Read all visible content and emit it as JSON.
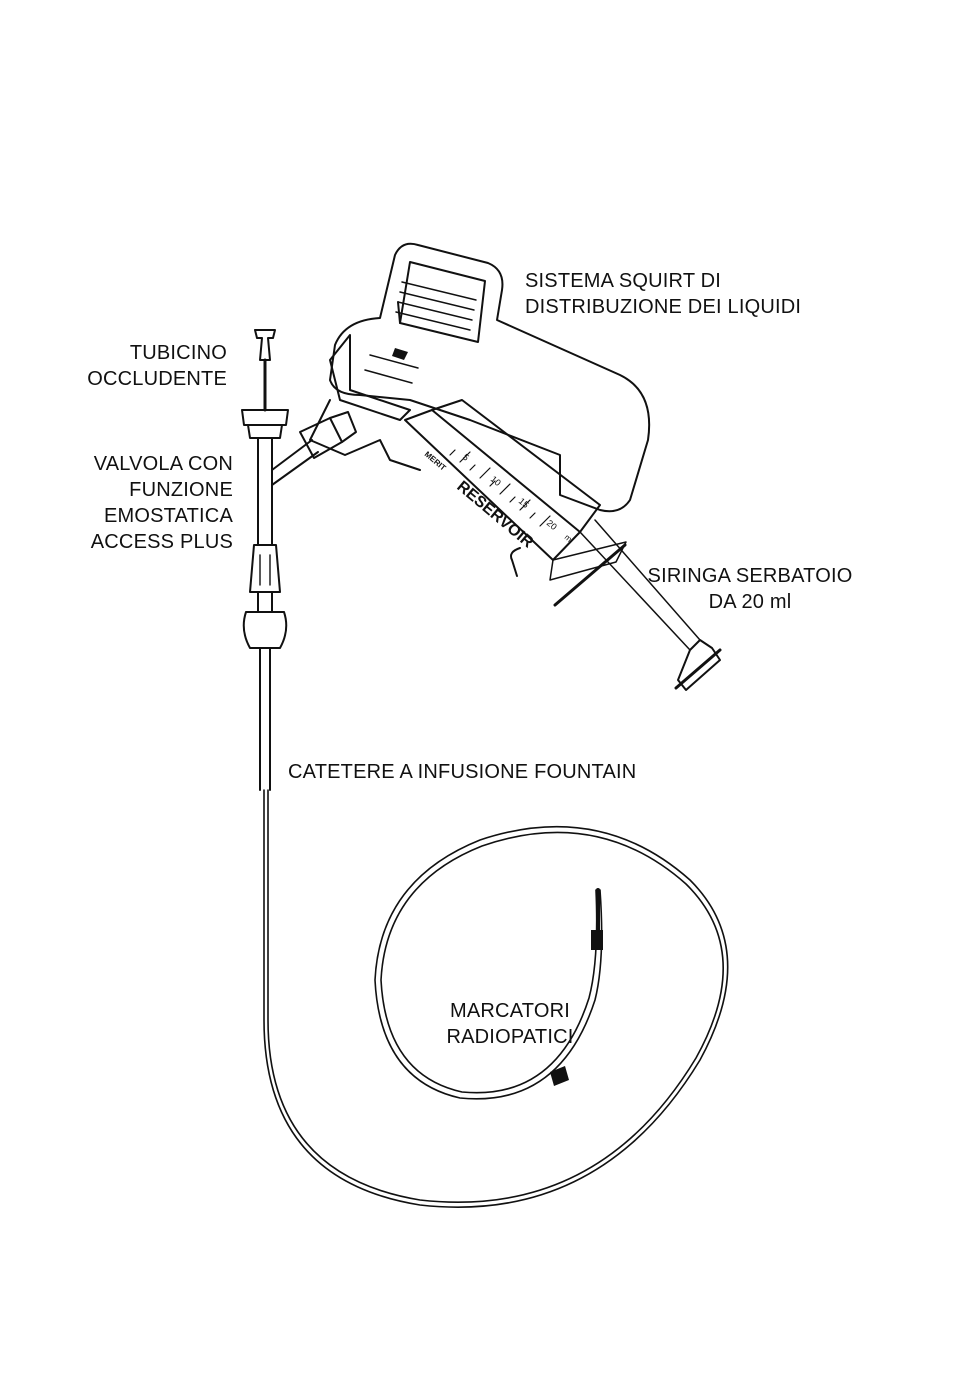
{
  "labels": {
    "squirt": [
      "SISTEMA SQUIRT DI",
      "DISTRIBUZIONE DEI LIQUIDI"
    ],
    "tubicino": [
      "TUBICINO",
      "OCCLUDENTE"
    ],
    "valvola": [
      "VALVOLA CON",
      "FUNZIONE",
      "EMOSTATICA",
      "ACCESS PLUS"
    ],
    "siringa": [
      "SIRINGA SERBATOIO",
      "DA 20 ml"
    ],
    "catetere": "CATETERE A INFUSIONE FOUNTAIN",
    "marcatori": [
      "MARCATORI",
      "RADIOPATICI"
    ]
  },
  "syringe": {
    "brand": "MERIT",
    "barrel_text": "RESERVOIR",
    "scale": [
      "5",
      "10",
      "15",
      "20"
    ],
    "unit": "ml"
  },
  "colors": {
    "ink": "#111111",
    "background": "#ffffff"
  }
}
